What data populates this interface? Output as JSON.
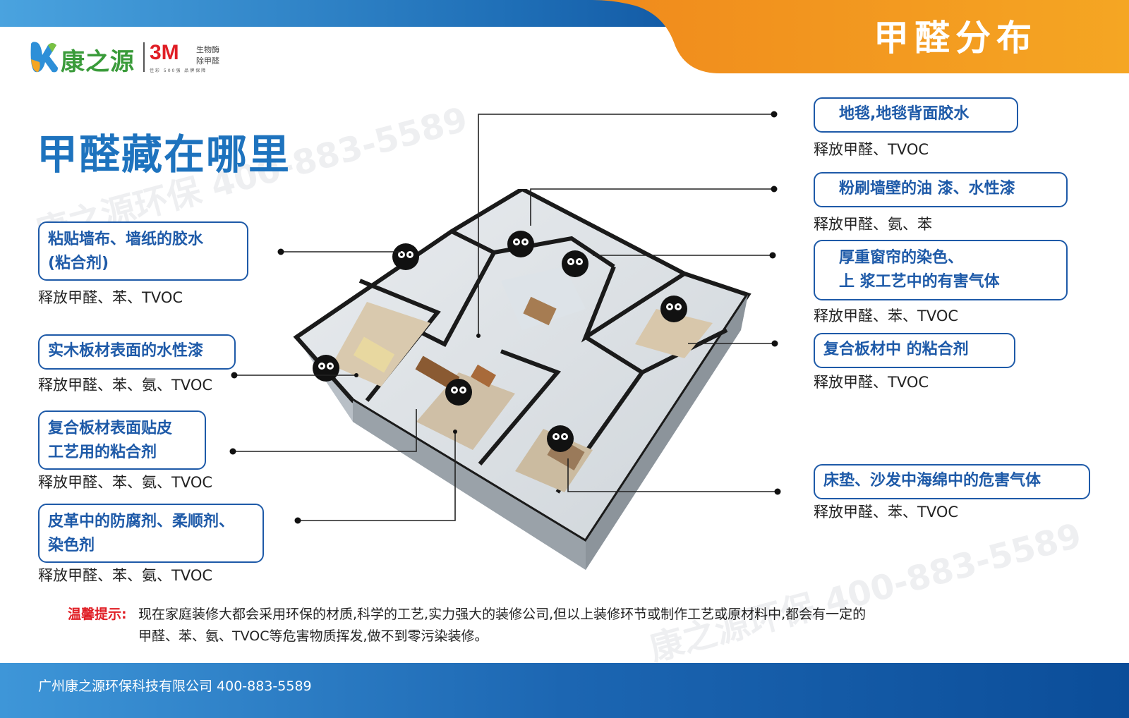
{
  "header": {
    "title": "甲醛分布"
  },
  "logo": {
    "brand": "康之源",
    "mark": "3M",
    "tag_line1": "生物酶",
    "tag_line2": "除甲醛",
    "slogan": "佳彩 500强 品牌保障"
  },
  "main_heading": "甲醛藏在哪里",
  "watermark_text": "康之源环保 400-883-5589",
  "left_sources": [
    {
      "lines": [
        "粘贴墙布、墙纸的胶水",
        "(粘合剂)"
      ],
      "release": "释放甲醛、苯、TVOC"
    },
    {
      "lines": [
        "实木板材表面的水性漆"
      ],
      "release": "释放甲醛、苯、氨、TVOC"
    },
    {
      "lines": [
        "复合板材表面贴皮",
        "工艺用的粘合剂"
      ],
      "release": "释放甲醛、苯、氨、TVOC"
    },
    {
      "lines": [
        "皮革中的防腐剂、柔顺剂、",
        "染色剂"
      ],
      "release": "释放甲醛、苯、氨、TVOC"
    }
  ],
  "right_sources": [
    {
      "lines": [
        "地毯,地毯背面胶水"
      ],
      "release": "释放甲醛、TVOC"
    },
    {
      "lines": [
        "粉刷墙壁的油 漆、水性漆"
      ],
      "release": "释放甲醛、氨、苯"
    },
    {
      "lines": [
        "厚重窗帘的染色、",
        "上 浆工艺中的有害气体"
      ],
      "release": "释放甲醛、苯、TVOC"
    },
    {
      "lines": [
        "复合板材中 的粘合剂"
      ],
      "release": "释放甲醛、TVOC"
    },
    {
      "lines": [
        "床垫、沙发中海绵中的危害气体"
      ],
      "release": "释放甲醛、苯、TVOC"
    }
  ],
  "tip": {
    "label": "温馨提示:",
    "line1": "现在家庭装修大都会采用环保的材质,科学的工艺,实力强大的装修公司,但以上装修环节或制作工艺或原材料中,都会有一定的",
    "line2": "甲醛、苯、氨、TVOC等危害物质挥发,做不到零污染装修。"
  },
  "footer": {
    "company": "广州康之源环保科技有限公司 400-883-5589"
  },
  "colors": {
    "primary_blue": "#1e5aa8",
    "heading_blue": "#1e73be",
    "orange": "#f39a1e",
    "brand_green": "#3a9b3a",
    "alert_red": "#e01e25"
  },
  "icons": {
    "logo": "kangzhiyuan-k-logo",
    "pollutant": "formaldehyde-soot-sprite-icon"
  }
}
